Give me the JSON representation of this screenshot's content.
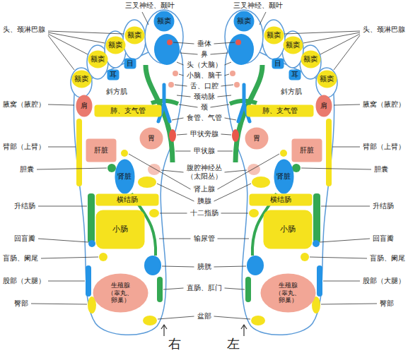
{
  "diagram": {
    "nodes": [
      {
        "text": [
          "额窦"
        ]
      },
      {
        "text": [
          "额窦"
        ]
      },
      {
        "text": [
          "额窦"
        ]
      },
      {
        "text": [
          "额窦"
        ]
      },
      {
        "text": [
          "额窦"
        ]
      },
      {
        "text": [
          "目"
        ]
      },
      {
        "text": [
          "耳"
        ]
      },
      {
        "text": [
          "肩"
        ]
      },
      {
        "text": [
          "肺、支气管"
        ]
      },
      {
        "text": [
          "肝脏"
        ]
      },
      {
        "text": [
          "胃"
        ]
      },
      {
        "text": [
          "肾脏"
        ]
      },
      {
        "text": [
          "横结肠"
        ]
      },
      {
        "text": [
          "小肠"
        ]
      },
      {
        "text": [
          "生殖腺 （睾丸、卵巢）"
        ]
      },
      {
        "text": [
          "额窦"
        ]
      },
      {
        "text": [
          "额窦"
        ]
      },
      {
        "text": [
          "额窦"
        ]
      },
      {
        "text": [
          "额窦"
        ]
      },
      {
        "text": [
          "额窦"
        ]
      },
      {
        "text": [
          "目"
        ]
      },
      {
        "text": [
          "耳"
        ]
      },
      {
        "text": [
          "肺、支气管"
        ]
      },
      {
        "text": [
          "肩"
        ]
      },
      {
        "text": [
          "胃"
        ]
      },
      {
        "text": [
          "肝脏"
        ]
      },
      {
        "text": [
          "肾脏"
        ]
      },
      {
        "text": [
          "横结肠"
        ]
      },
      {
        "text": [
          "小肠"
        ]
      },
      {
        "text": [
          "生殖腺 （睾丸、卵巢）"
        ]
      }
    ],
    "labels": [
      "三叉神经、颞叶",
      "三叉神经、颞叶",
      "头、颈淋巴腺",
      "头、颈淋巴腺",
      "垂体",
      "鼻",
      "头（大脑）",
      "小脑、脑干",
      "舌、口腔",
      "颈动脉",
      "颈",
      "食管、气管",
      "斜方肌",
      "斜方肌",
      "腋窝（腋腔）",
      "腋窝（腋腔）",
      "甲状旁腺",
      "甲状腺",
      "臂部（上臂）",
      "臂部（上臂）",
      "腹腔神经丛 （太阳丛）",
      "胆囊",
      "胆囊",
      "肾上腺",
      "胰腺",
      "十二指肠",
      "升结肠",
      "升结肠",
      "回盲瓣",
      "回盲瓣",
      "输尿管",
      "盲肠、阑尾",
      "盲肠、阑尾",
      "膀胱",
      "股部（大腿）",
      "股部（大腿）",
      "直肠、肛门",
      "臀部",
      "臀部",
      "盆部",
      "右",
      "左"
    ]
  }
}
